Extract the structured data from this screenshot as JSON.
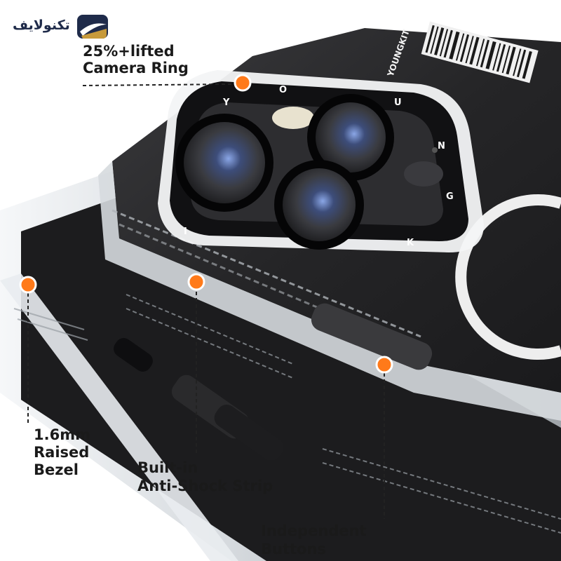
{
  "brand": {
    "name": "تکنولایف",
    "accent": "#1f2b4a",
    "mark_color": "#c79a3b",
    "mark_icon": "swoosh-icon"
  },
  "callouts": [
    {
      "id": "camera-ring",
      "lines": [
        "25%+lifted",
        "Camera Ring"
      ]
    },
    {
      "id": "raised-bezel",
      "lines": [
        "1.6mm",
        "Raised",
        "Bezel"
      ]
    },
    {
      "id": "anti-shock-strip",
      "lines": [
        "Built-in",
        "Anti-Shock Strip"
      ]
    },
    {
      "id": "independent-buttons",
      "lines": [
        "Independent",
        "Buttons"
      ]
    }
  ],
  "ring_letters": "TYOUNGIK",
  "product_print": "YOUNGKIT",
  "colors": {
    "marker": "#ff7a1a",
    "case_dark": "#2b2b2d",
    "case_clear": "#dfe3e7",
    "lens_glass": "#4a5a8a"
  }
}
